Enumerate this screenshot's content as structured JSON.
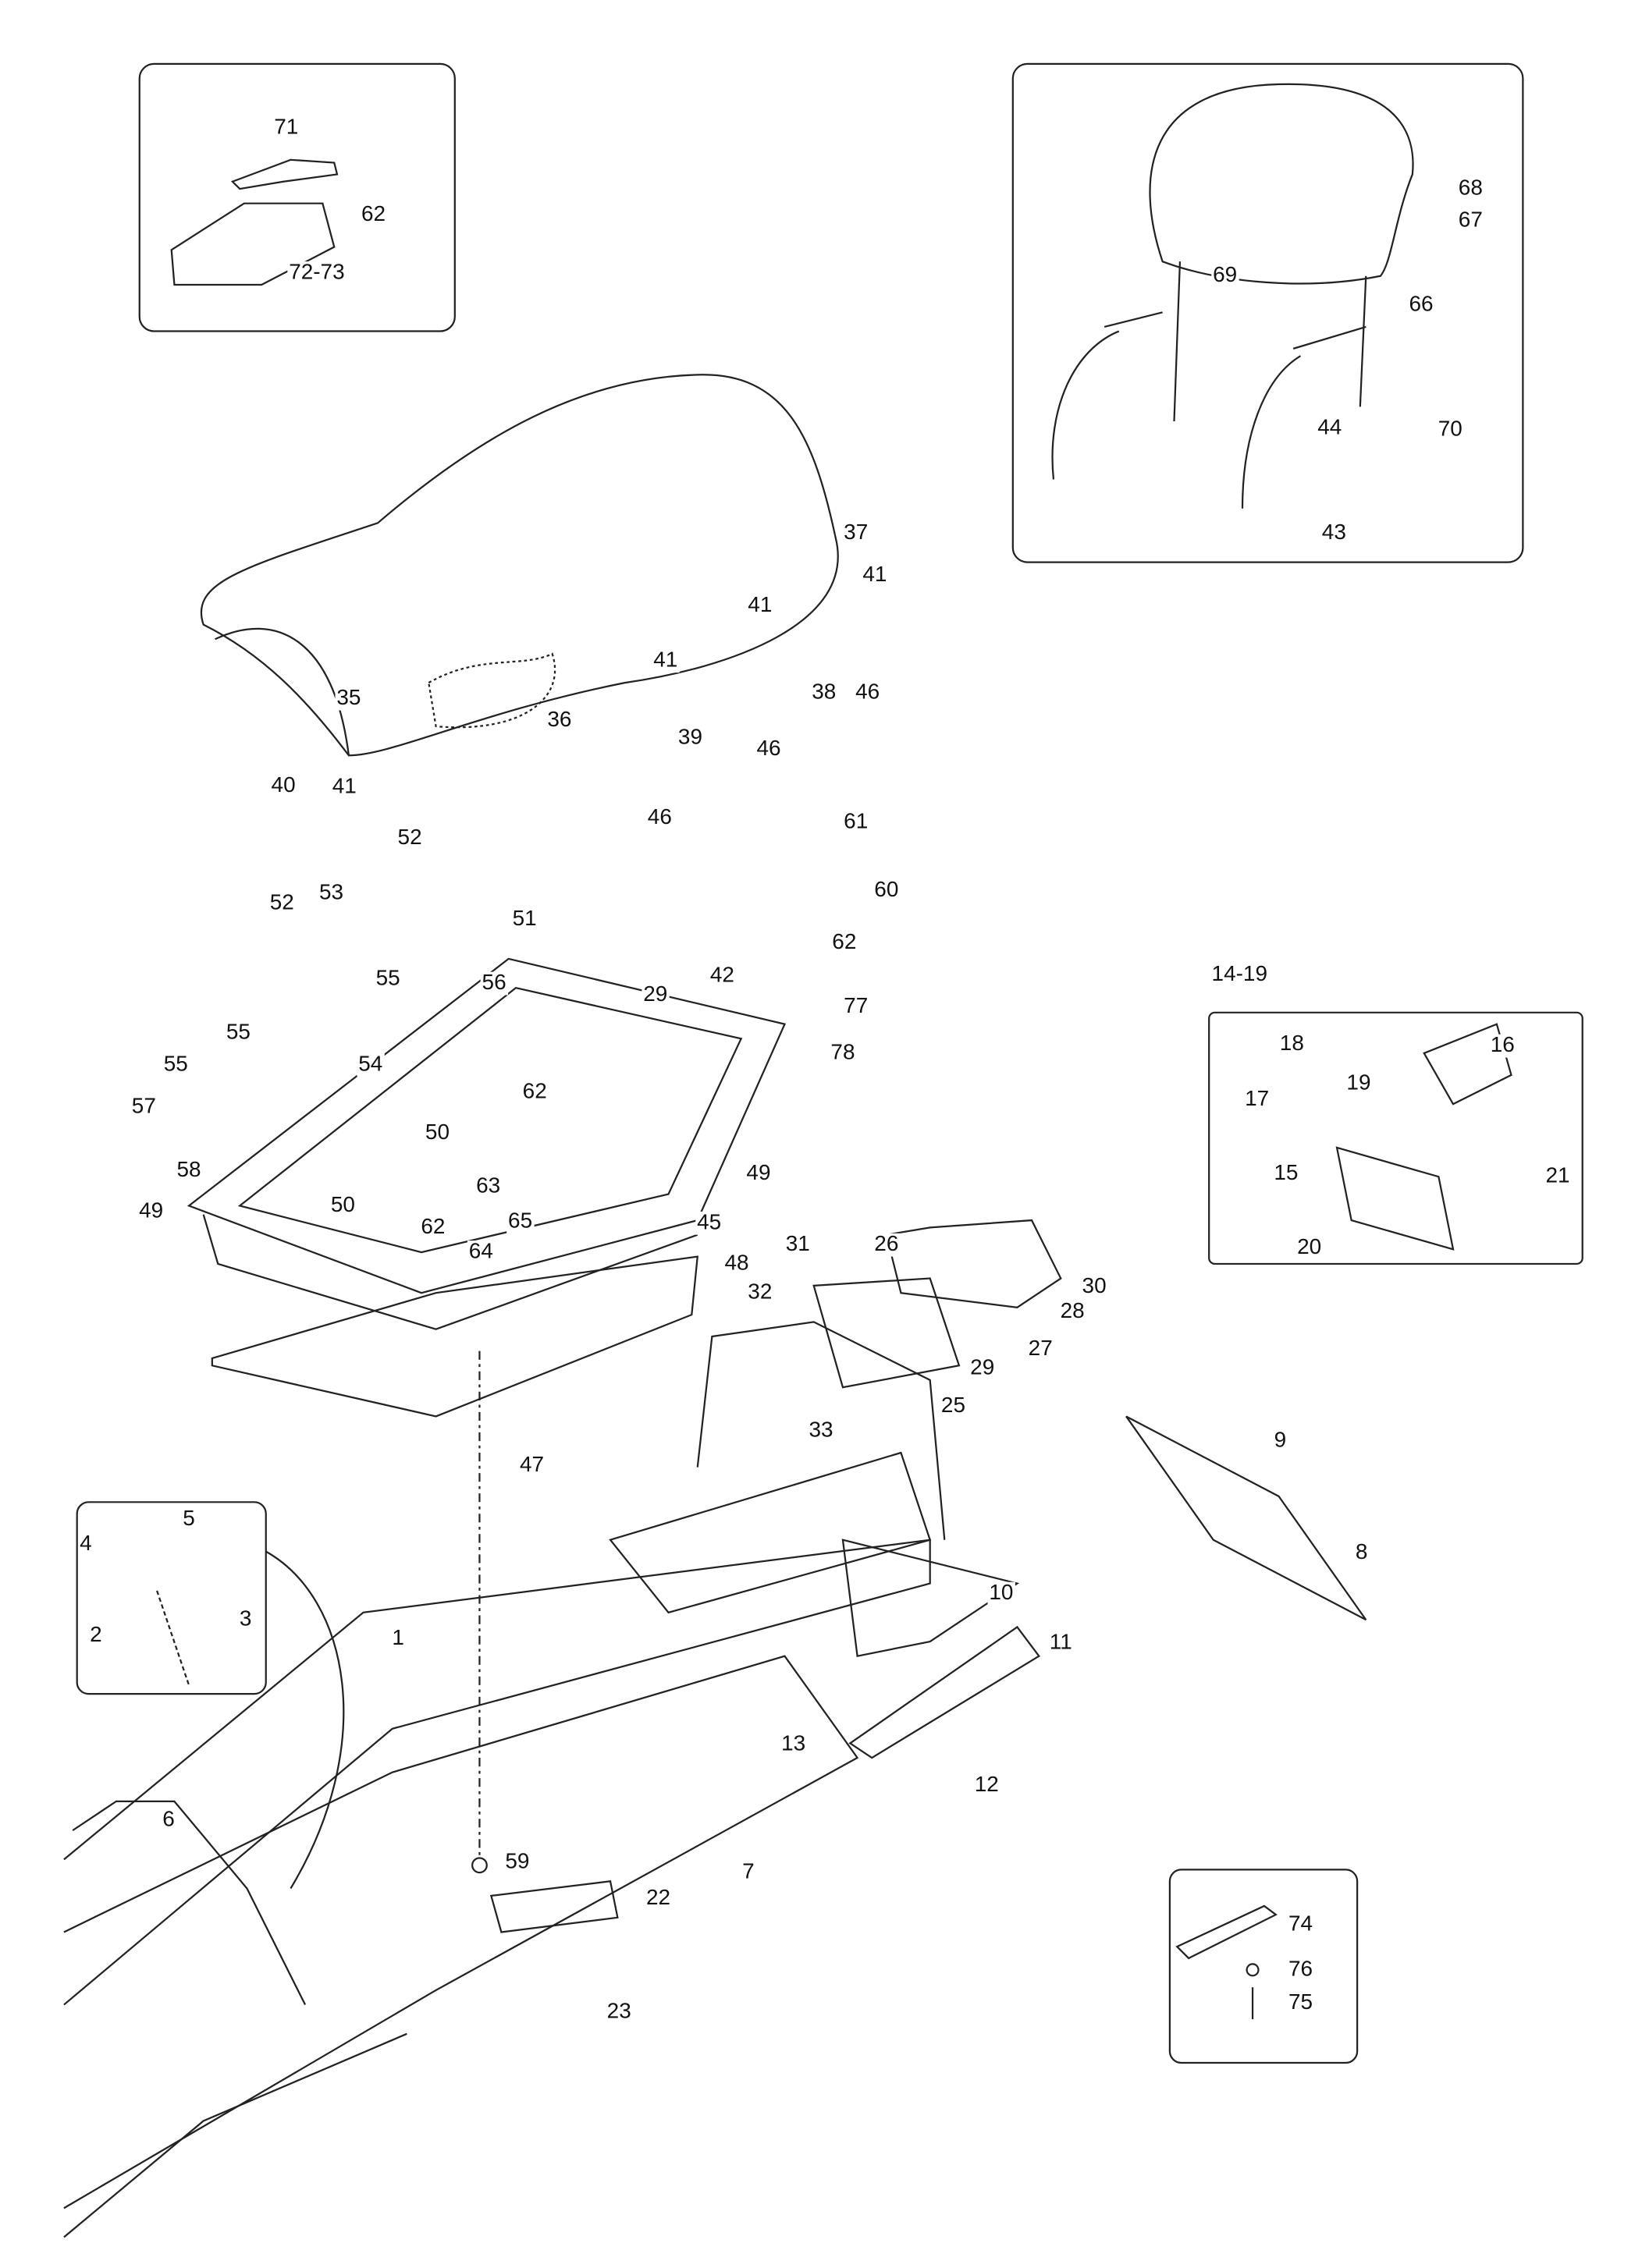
{
  "labels": [
    "71",
    "62",
    "72-73",
    "68",
    "67",
    "69",
    "66",
    "44",
    "70",
    "43",
    "37",
    "41",
    "41",
    "46",
    "38",
    "41",
    "35",
    "36",
    "39",
    "46",
    "40",
    "41",
    "46",
    "61",
    "60",
    "62",
    "52",
    "52",
    "53",
    "51",
    "55",
    "56",
    "29",
    "42",
    "77",
    "78",
    "55",
    "55",
    "54",
    "57",
    "62",
    "50",
    "49",
    "63",
    "49",
    "50",
    "62",
    "65",
    "45",
    "64",
    "48",
    "31",
    "26",
    "32",
    "30",
    "28",
    "27",
    "29",
    "25",
    "33",
    "47",
    "14-19",
    "18",
    "16",
    "19",
    "17",
    "15",
    "21",
    "20",
    "9",
    "8",
    "4",
    "5",
    "3",
    "2",
    "1",
    "10",
    "11",
    "13",
    "12",
    "6",
    "7",
    "59",
    "22",
    "23",
    "74",
    "76",
    "75",
    "58"
  ]
}
